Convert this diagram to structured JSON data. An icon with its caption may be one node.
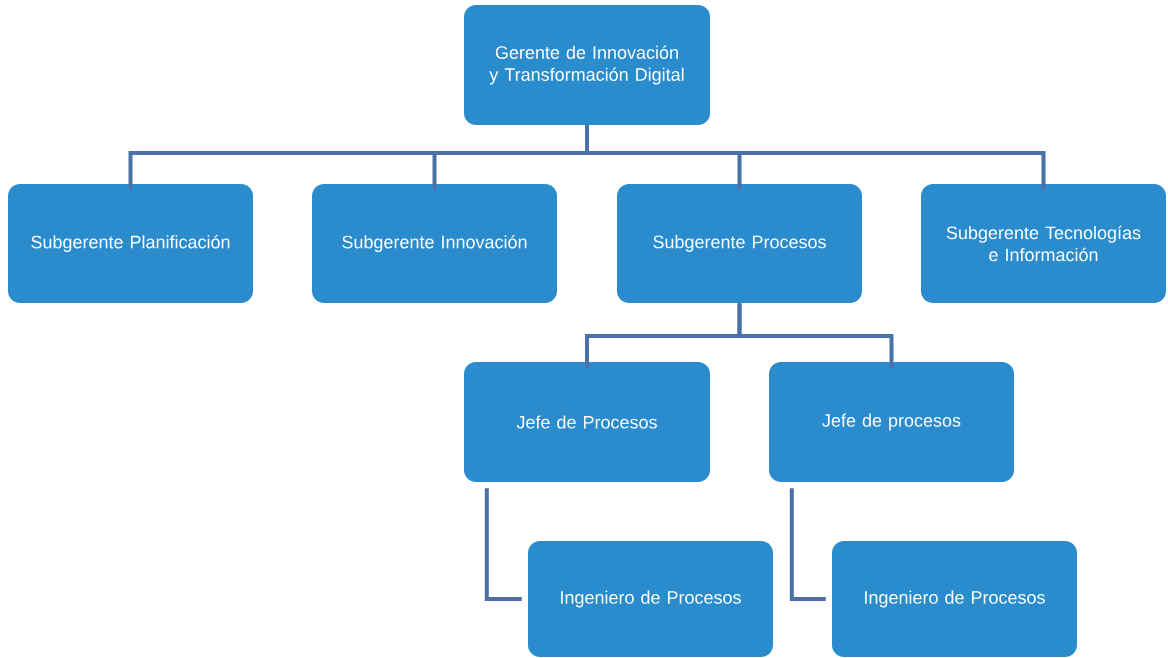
{
  "diagram": {
    "nodes": [
      {
        "text": [
          "Gerente de Innovación y Transformación Digital"
        ]
      },
      {
        "text": [
          "Subgerente Planificación"
        ]
      },
      {
        "text": [
          "Subgerente Innovación"
        ]
      },
      {
        "text": [
          "Subgerente Procesos"
        ]
      },
      {
        "text": [
          "Subgerente Tecnologías e Información"
        ]
      },
      {
        "text": [
          "Jefe de Procesos"
        ]
      },
      {
        "text": [
          "Jefe de procesos"
        ]
      },
      {
        "text": [
          "Ingeniero de Procesos"
        ]
      },
      {
        "text": [
          "Ingeniero de Procesos"
        ]
      }
    ],
    "edges": [
      {
        "from": 0,
        "to": 1,
        "arrow": "none"
      },
      {
        "from": 0,
        "to": 2,
        "arrow": "none"
      },
      {
        "from": 0,
        "to": 3,
        "arrow": "none"
      },
      {
        "from": 0,
        "to": 4,
        "arrow": "none"
      },
      {
        "from": 3,
        "to": 5,
        "arrow": "none"
      },
      {
        "from": 3,
        "to": 6,
        "arrow": "none"
      },
      {
        "from": 5,
        "to": 7,
        "arrow": "none"
      },
      {
        "from": 6,
        "to": 8,
        "arrow": "none"
      }
    ]
  }
}
